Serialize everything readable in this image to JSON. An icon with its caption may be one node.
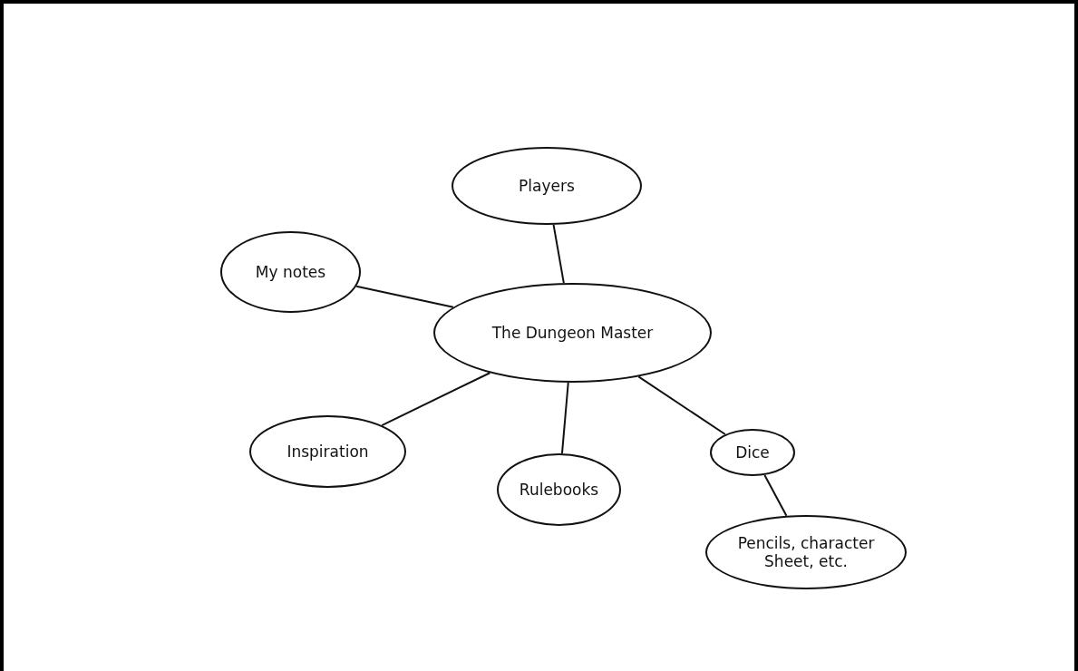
{
  "diagram": {
    "nodes": [
      {
        "text": [
          "Players"
        ]
      },
      {
        "text": [
          "My notes"
        ]
      },
      {
        "text": [
          "The Dungeon Master"
        ]
      },
      {
        "text": [
          "Inspiration"
        ]
      },
      {
        "text": [
          "Rulebooks"
        ]
      },
      {
        "text": [
          "Dice"
        ]
      },
      {
        "text": [
          "Pencils, character Sheet, etc."
        ]
      }
    ],
    "edges": [
      {
        "from": 2,
        "to": 0,
        "arrow": "none"
      },
      {
        "from": 2,
        "to": 1,
        "arrow": "none"
      },
      {
        "from": 2,
        "to": 3,
        "arrow": "none"
      },
      {
        "from": 2,
        "to": 4,
        "arrow": "none"
      },
      {
        "from": 2,
        "to": 5,
        "arrow": "none"
      },
      {
        "from": 5,
        "to": 6,
        "arrow": "none"
      }
    ]
  }
}
